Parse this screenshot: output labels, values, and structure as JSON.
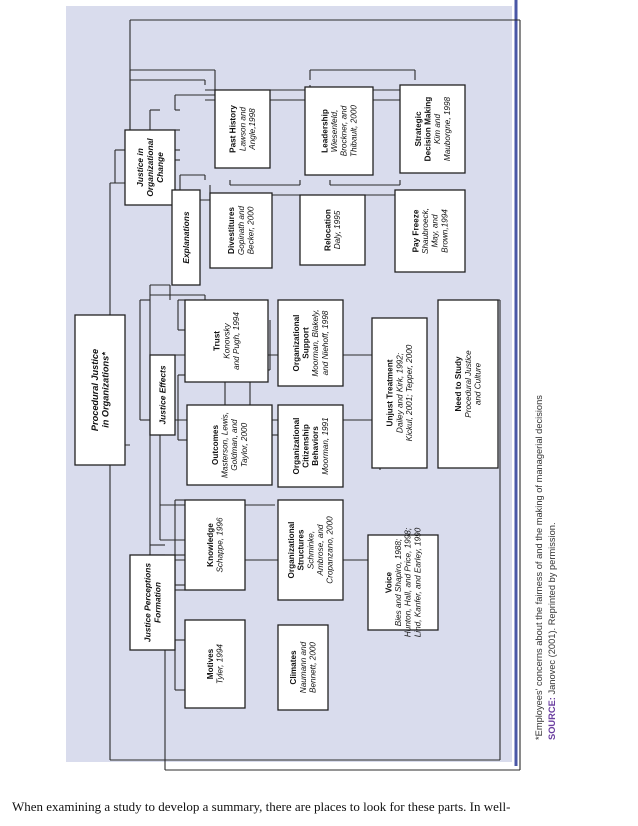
{
  "diagram": {
    "colors": {
      "panel": "#d9dced",
      "box_fill": "#ffffff",
      "stroke": "#222222",
      "line": "#2b2b2b",
      "accent_rule": "#4a57a6"
    },
    "root": {
      "title": [
        "Procedural Justice",
        "in Organizations*"
      ]
    },
    "branches": {
      "formation": {
        "title": [
          "Justice Perceptions",
          "Formation"
        ]
      },
      "effects": {
        "title": [
          "Justice Effects"
        ]
      },
      "change": {
        "title": [
          "Justice in",
          "Organizational",
          "Change"
        ]
      },
      "explanations": {
        "title": [
          "Explanations"
        ]
      }
    },
    "boxes": {
      "motives": {
        "title": [
          "Motives"
        ],
        "cite": [
          "Tyler, 1994"
        ]
      },
      "knowledge": {
        "title": [
          "Knowledge"
        ],
        "cite": [
          "Schappe, 1996"
        ]
      },
      "climates": {
        "title": [
          "Climates"
        ],
        "cite": [
          "Naumann and",
          "Bennett, 2000"
        ]
      },
      "structures": {
        "title": [
          "Organizational",
          "Structures"
        ],
        "cite": [
          "Schminke,",
          "Ambrose, and",
          "Cropanzano, 2000"
        ]
      },
      "voice": {
        "title": [
          "Voice"
        ],
        "cite": [
          "Bies and Shapiro, 1988;",
          "Hunton, Hall, and Price, 1998;",
          "Lind, Kanfer, and Earley, 1990"
        ]
      },
      "outcomes": {
        "title": [
          "Outcomes"
        ],
        "cite": [
          "Masterson, Lewis,",
          "Goldman, and",
          "Taylor, 2000"
        ]
      },
      "trust": {
        "title": [
          "Trust"
        ],
        "cite": [
          "Konovsky",
          "and Pugh, 1994"
        ]
      },
      "ocb": {
        "title": [
          "Organizational",
          "Citizenship",
          "Behaviors"
        ],
        "cite": [
          "Moorman, 1991"
        ]
      },
      "support": {
        "title": [
          "Organizational",
          "Support"
        ],
        "cite": [
          "Moorman, Blakely,",
          "and Niehoff, 1998"
        ]
      },
      "unjust": {
        "title": [
          "Unjust Treatment"
        ],
        "cite": [
          "Dailey and Kirk, 1992;",
          "Kickul, 2001; Tepper, 2000"
        ]
      },
      "need": {
        "title": [
          "Need to Study"
        ],
        "cite": [
          "Procedural Justice",
          "and Culture"
        ]
      },
      "divestitures": {
        "title": [
          "Divestitures"
        ],
        "cite": [
          "Gopinath and",
          "Becker, 2000"
        ]
      },
      "relocation": {
        "title": [
          "Relocation"
        ],
        "cite": [
          "Daly, 1995"
        ]
      },
      "payfreeze": {
        "title": [
          "Pay Freeze"
        ],
        "cite": [
          "Shaubroeck,",
          "May, and",
          "Brown,1994"
        ]
      },
      "past": {
        "title": [
          "Past History"
        ],
        "cite": [
          "Lawson and",
          "Angle,1998"
        ]
      },
      "leadership": {
        "title": [
          "Leadership"
        ],
        "cite": [
          "Wiesenfeld,",
          "Brockner, and",
          "Thibault, 2000"
        ]
      },
      "strategic": {
        "title": [
          "Strategic",
          "Decision Making"
        ],
        "cite": [
          "Kim and",
          "Mauborgne, 1998"
        ]
      }
    },
    "footnote": {
      "line1": "*Employees' concerns about the fairness of and the making of managerial decisions",
      "source_label": "SOURCE:",
      "source_text": " Janovec (2001). Reprinted by permission."
    }
  },
  "caption": "When examining a study to develop a summary, there are places to look for these parts. In well-"
}
